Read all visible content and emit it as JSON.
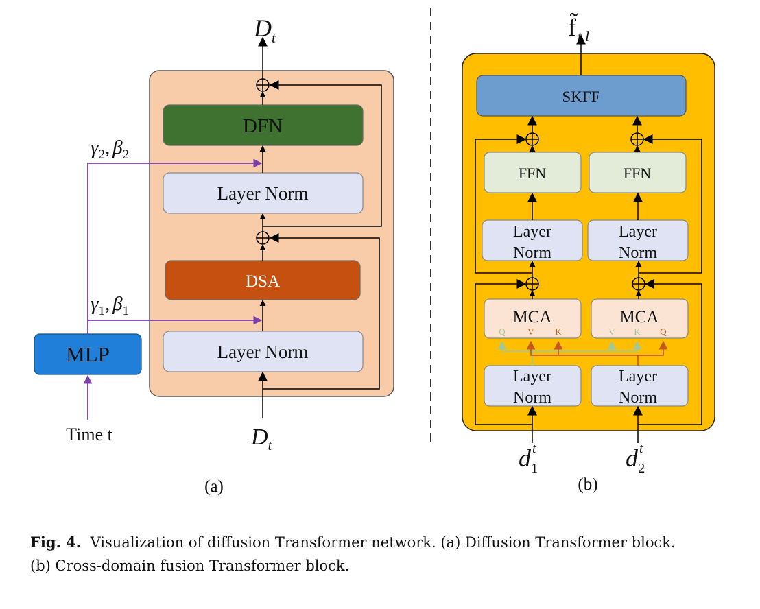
{
  "panel_a": {
    "output_label": "D",
    "output_sub": "t",
    "input_label": "D",
    "input_sub": "t",
    "blocks": {
      "dfn": "DFN",
      "layer_norm_top": "Layer Norm",
      "dsa": "DSA",
      "layer_norm_bottom": "Layer Norm"
    },
    "mlp": "MLP",
    "time_label": "Time t",
    "gamma2_beta2": {
      "gamma": "γ",
      "g_sub": "2",
      "sep": ",",
      "beta": "β",
      "b_sub": "2"
    },
    "gamma1_beta1": {
      "gamma": "γ",
      "g_sub": "1",
      "sep": ",",
      "beta": "β",
      "b_sub": "1"
    },
    "panel_label": "(a)"
  },
  "panel_b": {
    "output_label": "f̃",
    "output_sub": "t,l",
    "skff": "SKFF",
    "ffn_left": "FFN",
    "ffn_right": "FFN",
    "norm_mid_left": [
      "Layer",
      "Norm"
    ],
    "norm_mid_right": [
      "Layer",
      "Norm"
    ],
    "mca_left": "MCA",
    "mca_right": "MCA",
    "mca_left_ports": [
      "Q",
      "V",
      "K"
    ],
    "mca_right_ports": [
      "V",
      "K",
      "Q"
    ],
    "norm_bot_left": [
      "Layer",
      "Norm"
    ],
    "norm_bot_right": [
      "Layer",
      "Norm"
    ],
    "input_left": {
      "base": "d",
      "sup": "t",
      "sub": "1"
    },
    "input_right": {
      "base": "d",
      "sup": "t",
      "sub": "2"
    },
    "panel_label": "(b)"
  },
  "caption": {
    "fig_label": "Fig. 4.",
    "line1": "Visualization of diffusion Transformer network. (a) Diffusion Transformer block.",
    "line2": "(b) Cross-domain fusion Transformer block."
  },
  "colors": {
    "panel_a_bg": "#f9cca9",
    "dfn": "#3f7130",
    "dsa": "#c55010",
    "layer_norm": "#dfe3f4",
    "mlp": "#1f7fd9",
    "purple": "#7b3fa8",
    "panel_b_bg": "#ffbf00",
    "skff": "#6d9ccf",
    "ffn": "#e3ecd8",
    "mca": "#fbe4d4",
    "green_port": "#9fc99a",
    "orange_port": "#c65a1e"
  }
}
